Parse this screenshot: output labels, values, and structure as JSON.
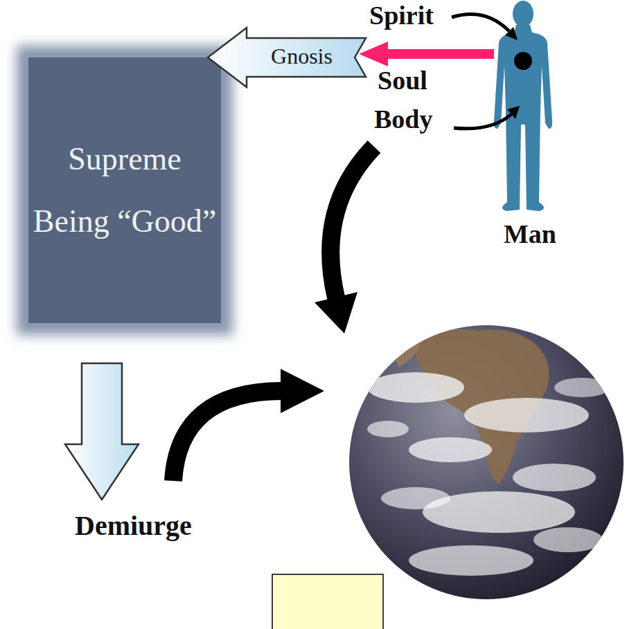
{
  "diagram": {
    "nodes": [
      {
        "text": [
          "Supreme Being “Good”"
        ]
      },
      {
        "text": [
          "Gnosis"
        ]
      }
    ],
    "labels": [
      "Spirit",
      "Soul",
      "Body",
      "Man",
      "Demiurge"
    ]
  }
}
